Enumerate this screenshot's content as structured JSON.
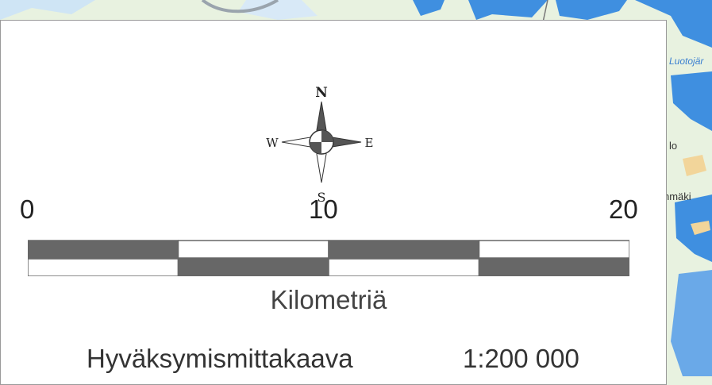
{
  "map_labels": {
    "luotojarvi": "Luotojär",
    "lo": "lo",
    "nmaki": "nmäki"
  },
  "compass": {
    "north": "N",
    "south": "S",
    "east": "E",
    "west": "W"
  },
  "scale_bar": {
    "ticks": [
      "0",
      "10",
      "20"
    ],
    "segments": 4,
    "unit": "Kilometriä"
  },
  "scale_ratio": {
    "name": "Hyväksymismittakaava",
    "value": "1:200 000"
  },
  "colors": {
    "water": "#3f8fe0",
    "land": "#e8f2e0",
    "bar_dark": "#676767",
    "bar_light": "#ffffff",
    "panel": "#ffffff"
  }
}
